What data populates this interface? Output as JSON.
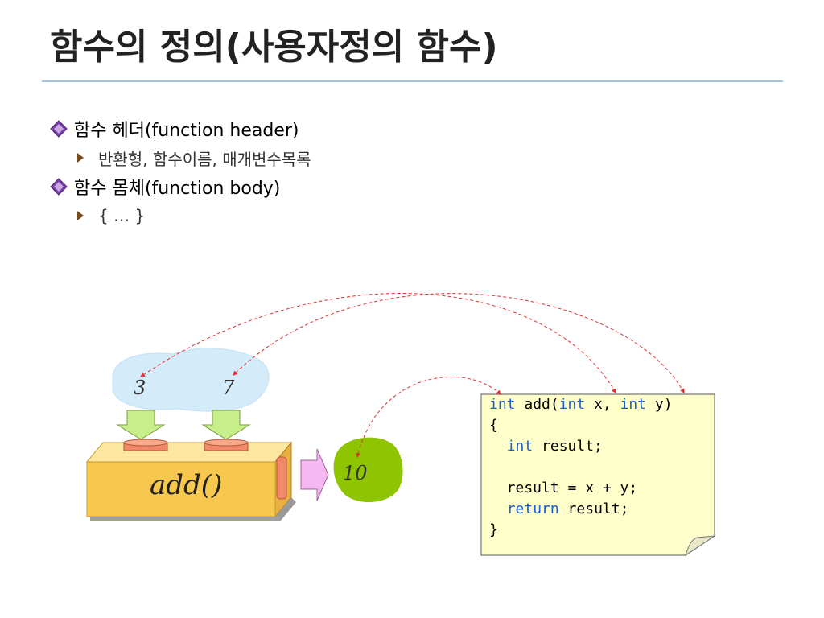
{
  "slide": {
    "title": "함수의 정의(사용자정의 함수)"
  },
  "bullets": [
    {
      "text": "함수 헤더(function header)",
      "sub": "반환형, 함수이름, 매개변수목록"
    },
    {
      "text": "함수 몸체(function body)",
      "sub": "{ … }"
    }
  ],
  "diagram": {
    "arg1": "3",
    "arg2": "7",
    "machine_label": "add()",
    "result": "10",
    "colors": {
      "cloud": "#d4ecfa",
      "box": "#f8c84e",
      "result_blob": "#8fc400",
      "note": "#ffffcc",
      "arrow": "#e03030",
      "keyword": "#1a5fd0"
    }
  },
  "code": {
    "line1": {
      "kw1": "int",
      "t1": " add(",
      "kw2": "int",
      "t2": " x, ",
      "kw3": "int",
      "t3": " y)"
    },
    "line2": "{",
    "line3": {
      "indent": "  ",
      "kw": "int",
      "t": " result;"
    },
    "line4": "",
    "line5": "  result = x + y;",
    "line6": {
      "indent": "  ",
      "kw": "return",
      "t": " result;"
    },
    "line7": "}"
  }
}
